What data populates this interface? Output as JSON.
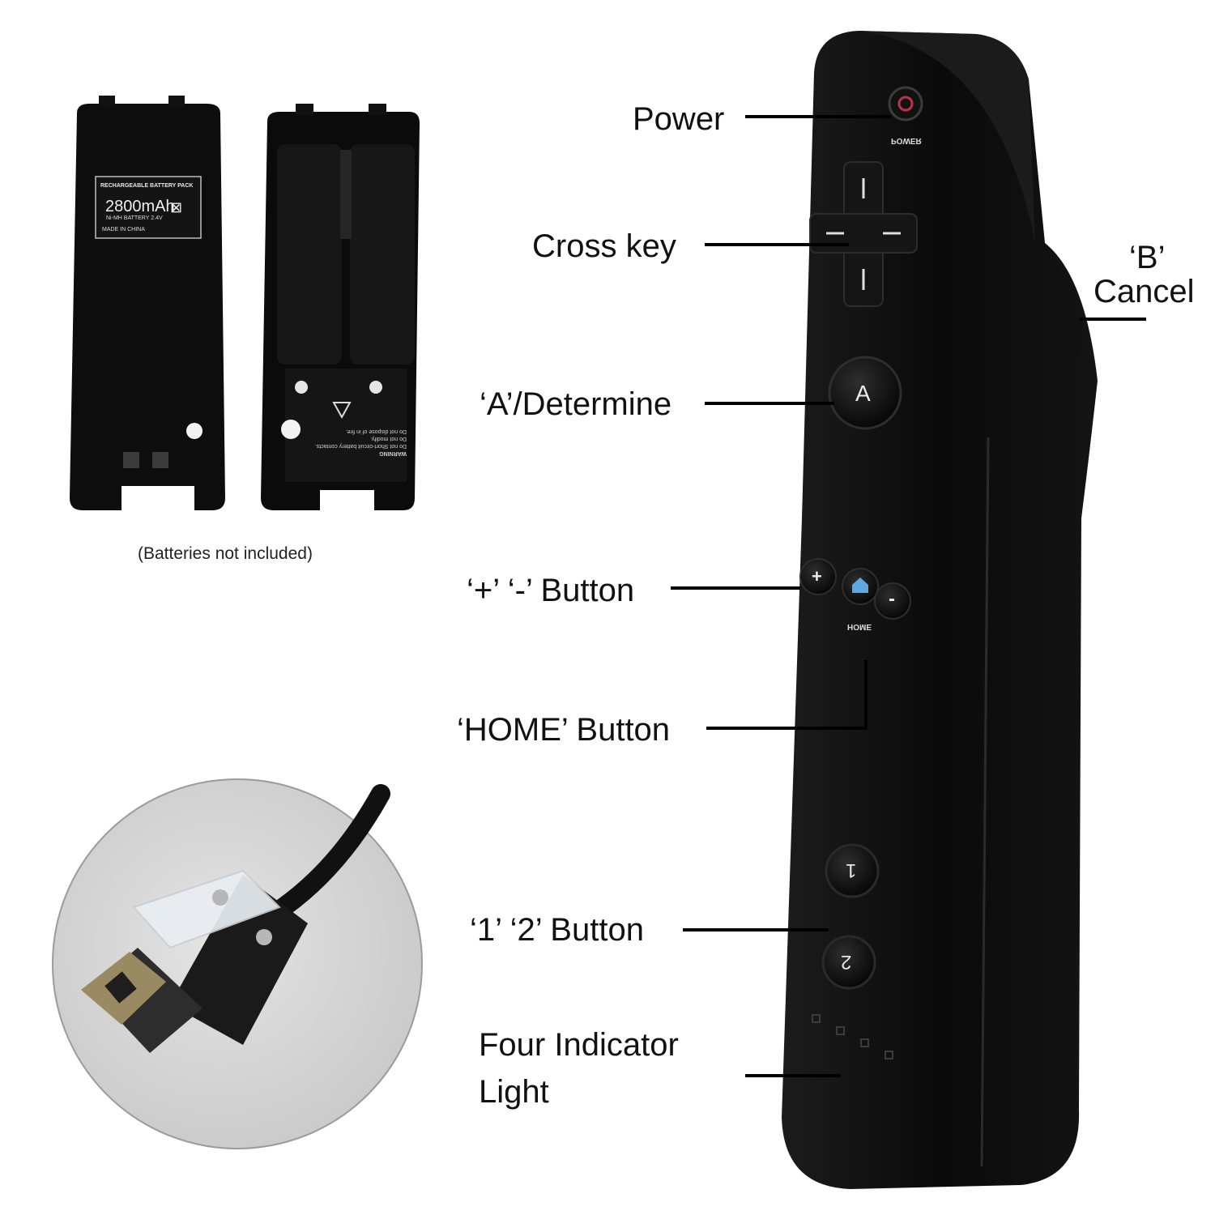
{
  "callouts": {
    "power": "Power",
    "cross_key": "Cross key",
    "b_cancel_line1": "‘B’",
    "b_cancel_line2": "Cancel",
    "a_determine": "‘A’/Determine",
    "plus_minus": "‘+’ ‘-’ Button",
    "home": "‘HOME’ Button",
    "one_two": "‘1’ ‘2’ Button",
    "indicator_line1": "Four Indicator",
    "indicator_line2": "Light"
  },
  "battery": {
    "caption": "(Batteries not included)",
    "label_title": "RECHARGEABLE BATTERY PACK",
    "capacity": "2800mAh",
    "chemistry": "Ni-MH BATTERY 2.4V",
    "origin": "MADE IN CHINA",
    "warning_title": "WARNING",
    "warning_lines": [
      "Do not Short-circuit battery contacts.",
      "Do not modify.",
      "Do not dispose of in fire."
    ]
  },
  "remote": {
    "power_label": "POWER",
    "a_label": "A",
    "plus_label": "+",
    "minus_label": "-",
    "home_label": "HOME",
    "one_label": "1",
    "two_label": "2"
  },
  "colors": {
    "remote_body": "#0b0b0b",
    "accent_red": "#c0304a",
    "home_blue": "#5fa7e0",
    "cable_bg": "#d6d6d6"
  }
}
